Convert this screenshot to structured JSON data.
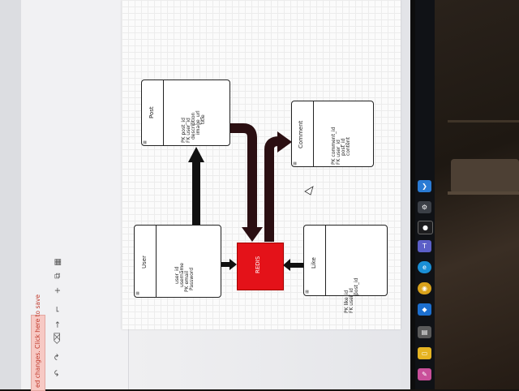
{
  "app": {
    "unsaved_notice": "ed changes. Click here to save",
    "toolbar_icons": [
      "undo-icon",
      "redo-icon",
      "delete-icon",
      "arrow-icon",
      "connector-icon",
      "add-icon",
      "duplicate-icon",
      "table-icon"
    ]
  },
  "diagram": {
    "entities": {
      "post": {
        "title": "Post",
        "fields": [
          "PK post_id",
          "FK user_id",
          "description",
          "image_url",
          "title"
        ]
      },
      "comment": {
        "title": "Comment",
        "fields": [
          "PK comment_id",
          "FK user_id",
          "post_id",
          "content"
        ]
      },
      "user": {
        "title": "User",
        "fields": [
          "user_id",
          "username",
          "PK email",
          "Password"
        ]
      },
      "like": {
        "title": "Like",
        "fields": [
          "PK like_id",
          "FK user_id",
          "post_id"
        ]
      }
    },
    "redis": {
      "label": "REDIS",
      "fill": "#e41219"
    },
    "arrow_colors": {
      "thick": "#2b0f12",
      "black": "#111111"
    }
  },
  "taskbar": {
    "icons": [
      "vscode-icon",
      "settings-icon",
      "obs-icon",
      "teams-icon",
      "edge-icon",
      "chrome-icon",
      "maps-icon",
      "calculator-icon",
      "file-explorer-icon",
      "paint-icon"
    ]
  }
}
